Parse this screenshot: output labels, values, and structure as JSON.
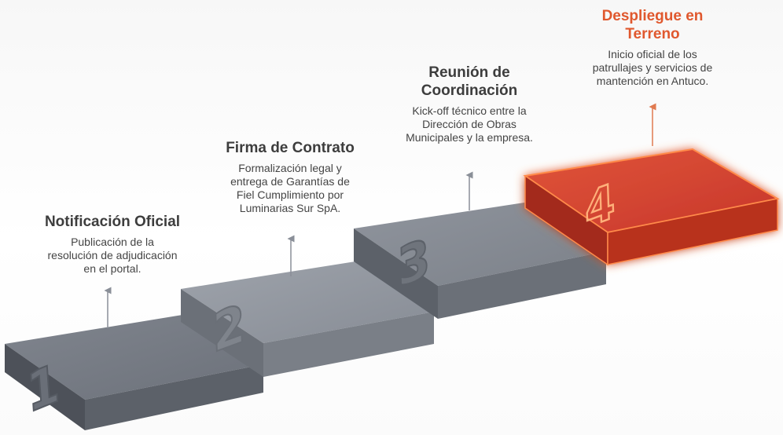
{
  "steps": [
    {
      "number": "1",
      "title": "Notificación Oficial",
      "description": [
        "Publicación de la",
        "resolución de adjudicación",
        "en el portal."
      ]
    },
    {
      "number": "2",
      "title": "Firma de Contrato",
      "description": [
        "Formalización legal y",
        "entrega de Garantías de",
        "Fiel Cumplimiento por",
        "Luminarias Sur SpA."
      ]
    },
    {
      "number": "3",
      "title": "Reunión de Coordinación",
      "title_lines": [
        "Reunión de",
        "Coordinación"
      ],
      "description": [
        "Kick-off técnico entre la",
        "Dirección de Obras",
        "Municipales y la empresa."
      ]
    },
    {
      "number": "4",
      "title": "Despliegue en Terreno",
      "title_lines": [
        "Despliegue en",
        "Terreno"
      ],
      "description": [
        "Inicio oficial de los",
        "patrullajes y servicios de",
        "mantención en Antuco."
      ],
      "highlighted": true
    }
  ],
  "colors": {
    "step_top": "#8a8f98",
    "step_front": "#5f646c",
    "highlight_top": "#d9452f",
    "highlight_front": "#a8231a",
    "highlight_glow": "#ff7a3a",
    "title": "#3d3d3d",
    "highlight_title": "#e0582e"
  }
}
